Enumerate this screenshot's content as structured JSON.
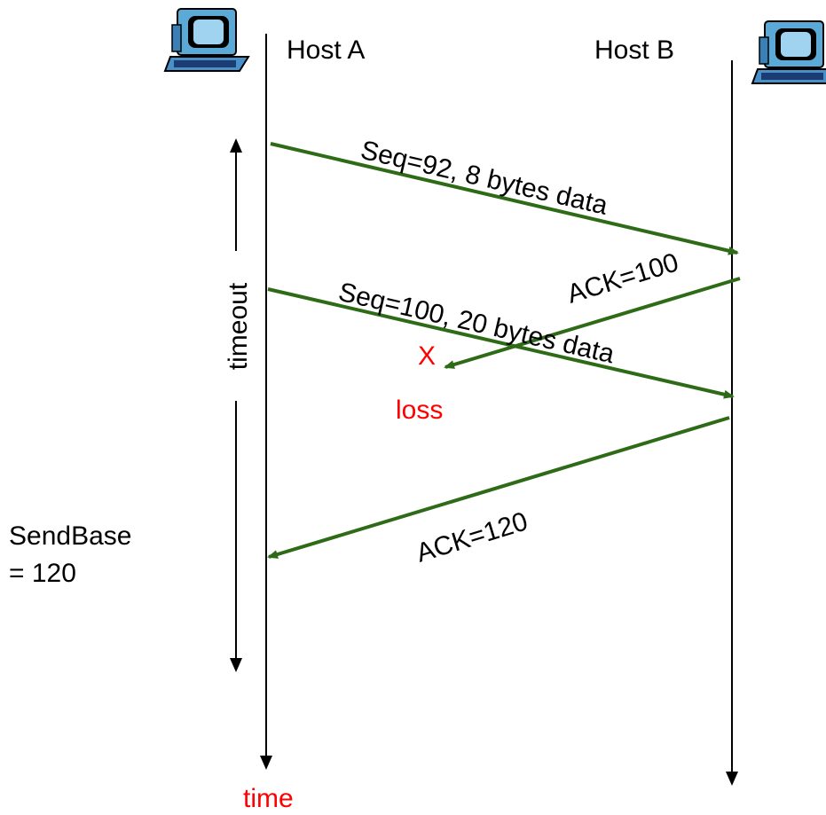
{
  "hosts": {
    "a_label": "Host A",
    "b_label": "Host B",
    "icon": "computer-icon"
  },
  "messages": {
    "seq92": "Seq=92, 8 bytes data",
    "ack100": "ACK=100",
    "seq100": "Seq=100, 20 bytes data",
    "ack120": "ACK=120"
  },
  "loss": {
    "marker": "X",
    "label": "loss"
  },
  "timeout_label": "timeout",
  "sendbase": {
    "line1": "SendBase",
    "line2": "= 120"
  },
  "time_label": "time",
  "colors": {
    "arrow": "#2e6b17",
    "loss": "#ff0000",
    "line": "#000000"
  }
}
